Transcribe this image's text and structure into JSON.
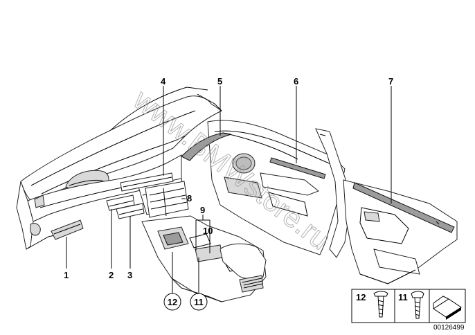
{
  "callouts": {
    "c1": "1",
    "c2": "2",
    "c3": "3",
    "c4": "4",
    "c5": "5",
    "c6": "6",
    "c7": "7",
    "c8": "8",
    "c9": "9",
    "c10": "10",
    "c11": "11",
    "c12": "12"
  },
  "legend": {
    "screw_12": "12",
    "screw_11": "11"
  },
  "diagram_id": "00126499",
  "watermark": "www.BMWstore.ru"
}
